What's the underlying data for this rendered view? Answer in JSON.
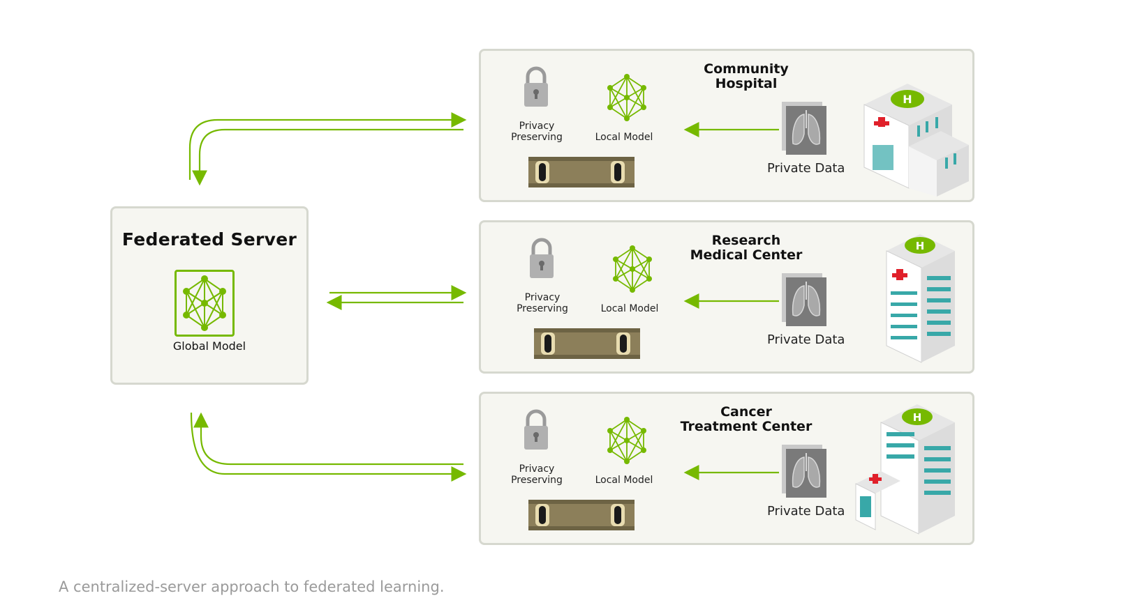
{
  "server": {
    "title": "Federated Server",
    "model_label": "Global Model"
  },
  "panels": [
    {
      "title": "Community\nHospital",
      "privacy_label": "Privacy\nPreserving",
      "model_label": "Local Model",
      "data_label": "Private Data"
    },
    {
      "title": "Research\nMedical Center",
      "privacy_label": "Privacy\nPreserving",
      "model_label": "Local Model",
      "data_label": "Private Data"
    },
    {
      "title": "Cancer\nTreatment Center",
      "privacy_label": "Privacy\nPreserving",
      "model_label": "Local Model",
      "data_label": "Private Data"
    }
  ],
  "caption": "A centralized-server approach to federated learning.",
  "colors": {
    "accent": "#76b900",
    "panel_bg": "#f6f6f1",
    "panel_border": "#d6d8cf",
    "teal": "#38a8a8",
    "cross": "#e0202a"
  },
  "icons": [
    "lock-icon",
    "neural-network-icon",
    "lung-scan-icon",
    "hospital-building-icon",
    "server-hardware-icon",
    "arrow-icon"
  ]
}
